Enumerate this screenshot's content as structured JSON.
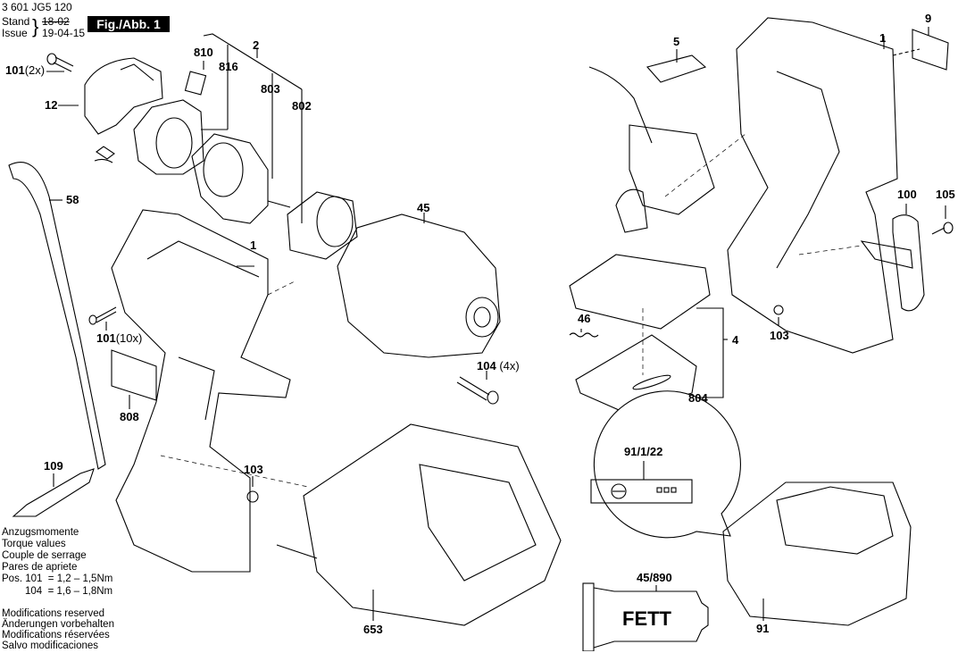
{
  "header": {
    "doc_number": "3 601 JG5 120",
    "stand_label": "Stand",
    "stand_value": "18-02",
    "issue_label": "Issue",
    "issue_value": "19-04-15",
    "figure_badge": "Fig./Abb. 1"
  },
  "parts": [
    {
      "id": "p810",
      "num": "810",
      "qty": ""
    },
    {
      "id": "p816",
      "num": "816",
      "qty": ""
    },
    {
      "id": "p2",
      "num": "2",
      "qty": ""
    },
    {
      "id": "p803",
      "num": "803",
      "qty": ""
    },
    {
      "id": "p802",
      "num": "802",
      "qty": ""
    },
    {
      "id": "p101a",
      "num": "101",
      "qty": "(2x)"
    },
    {
      "id": "p12",
      "num": "12",
      "qty": ""
    },
    {
      "id": "p58",
      "num": "58",
      "qty": ""
    },
    {
      "id": "p45",
      "num": "45",
      "qty": ""
    },
    {
      "id": "p1a",
      "num": "1",
      "qty": ""
    },
    {
      "id": "p101b",
      "num": "101",
      "qty": "(10x)"
    },
    {
      "id": "p104",
      "num": "104",
      "qty": "(4x)"
    },
    {
      "id": "p808",
      "num": "808",
      "qty": ""
    },
    {
      "id": "p109",
      "num": "109",
      "qty": ""
    },
    {
      "id": "p103a",
      "num": "103",
      "qty": ""
    },
    {
      "id": "p653",
      "num": "653",
      "qty": ""
    },
    {
      "id": "p5",
      "num": "5",
      "qty": ""
    },
    {
      "id": "p1b",
      "num": "1",
      "qty": ""
    },
    {
      "id": "p9",
      "num": "9",
      "qty": ""
    },
    {
      "id": "p100",
      "num": "100",
      "qty": ""
    },
    {
      "id": "p105",
      "num": "105",
      "qty": ""
    },
    {
      "id": "p103b",
      "num": "103",
      "qty": ""
    },
    {
      "id": "p46",
      "num": "46",
      "qty": ""
    },
    {
      "id": "p4",
      "num": "4",
      "qty": ""
    },
    {
      "id": "p804",
      "num": "804",
      "qty": ""
    },
    {
      "id": "p91_1_22",
      "num": "91/1/22",
      "qty": ""
    },
    {
      "id": "p45_890",
      "num": "45/890",
      "qty": ""
    },
    {
      "id": "p91",
      "num": "91",
      "qty": ""
    }
  ],
  "grease_label": "FETT",
  "torque": {
    "lines": [
      "Anzugsmomente",
      "Torque values",
      "Couple de serrage",
      "Pares de apriete"
    ],
    "pos101": "Pos. 101  = 1,2 – 1,5Nm",
    "pos104": "104  = 1,6 – 1,8Nm"
  },
  "modifications": [
    "Modifications reserved",
    "Änderungen vorbehalten",
    "Modifications réservées",
    "Salvo modificaciones"
  ]
}
